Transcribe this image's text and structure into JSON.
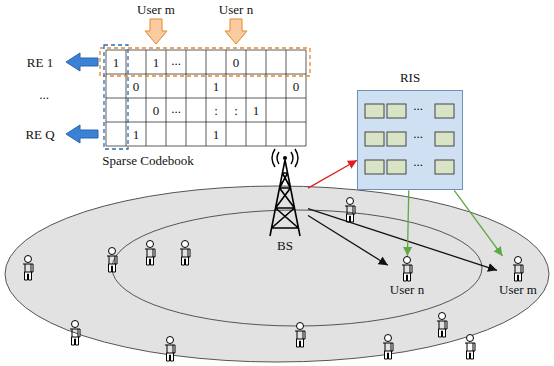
{
  "diagram": {
    "nodes": [
      {
        "text": [
          "RIS"
        ]
      },
      {
        "text": [
          "BS"
        ]
      },
      {
        "text": [
          "User n"
        ]
      },
      {
        "text": [
          "User m"
        ]
      }
    ],
    "edges": [
      {
        "from": 1,
        "to": 0,
        "arrow": "to"
      },
      {
        "from": 1,
        "to": 2,
        "arrow": "to"
      },
      {
        "from": 1,
        "to": 3,
        "arrow": "to"
      },
      {
        "from": 0,
        "to": 2,
        "arrow": "to"
      },
      {
        "from": 0,
        "to": 3,
        "arrow": "to"
      }
    ],
    "labels": [
      "User m",
      "User n",
      "RE 1",
      "...",
      "RE Q",
      "1",
      "1",
      "...",
      "0",
      "0",
      "1",
      "0",
      "0",
      "...",
      ":",
      ":",
      "1",
      "1",
      "1",
      "Sparse Codebook",
      "...",
      "...",
      "..."
    ]
  }
}
